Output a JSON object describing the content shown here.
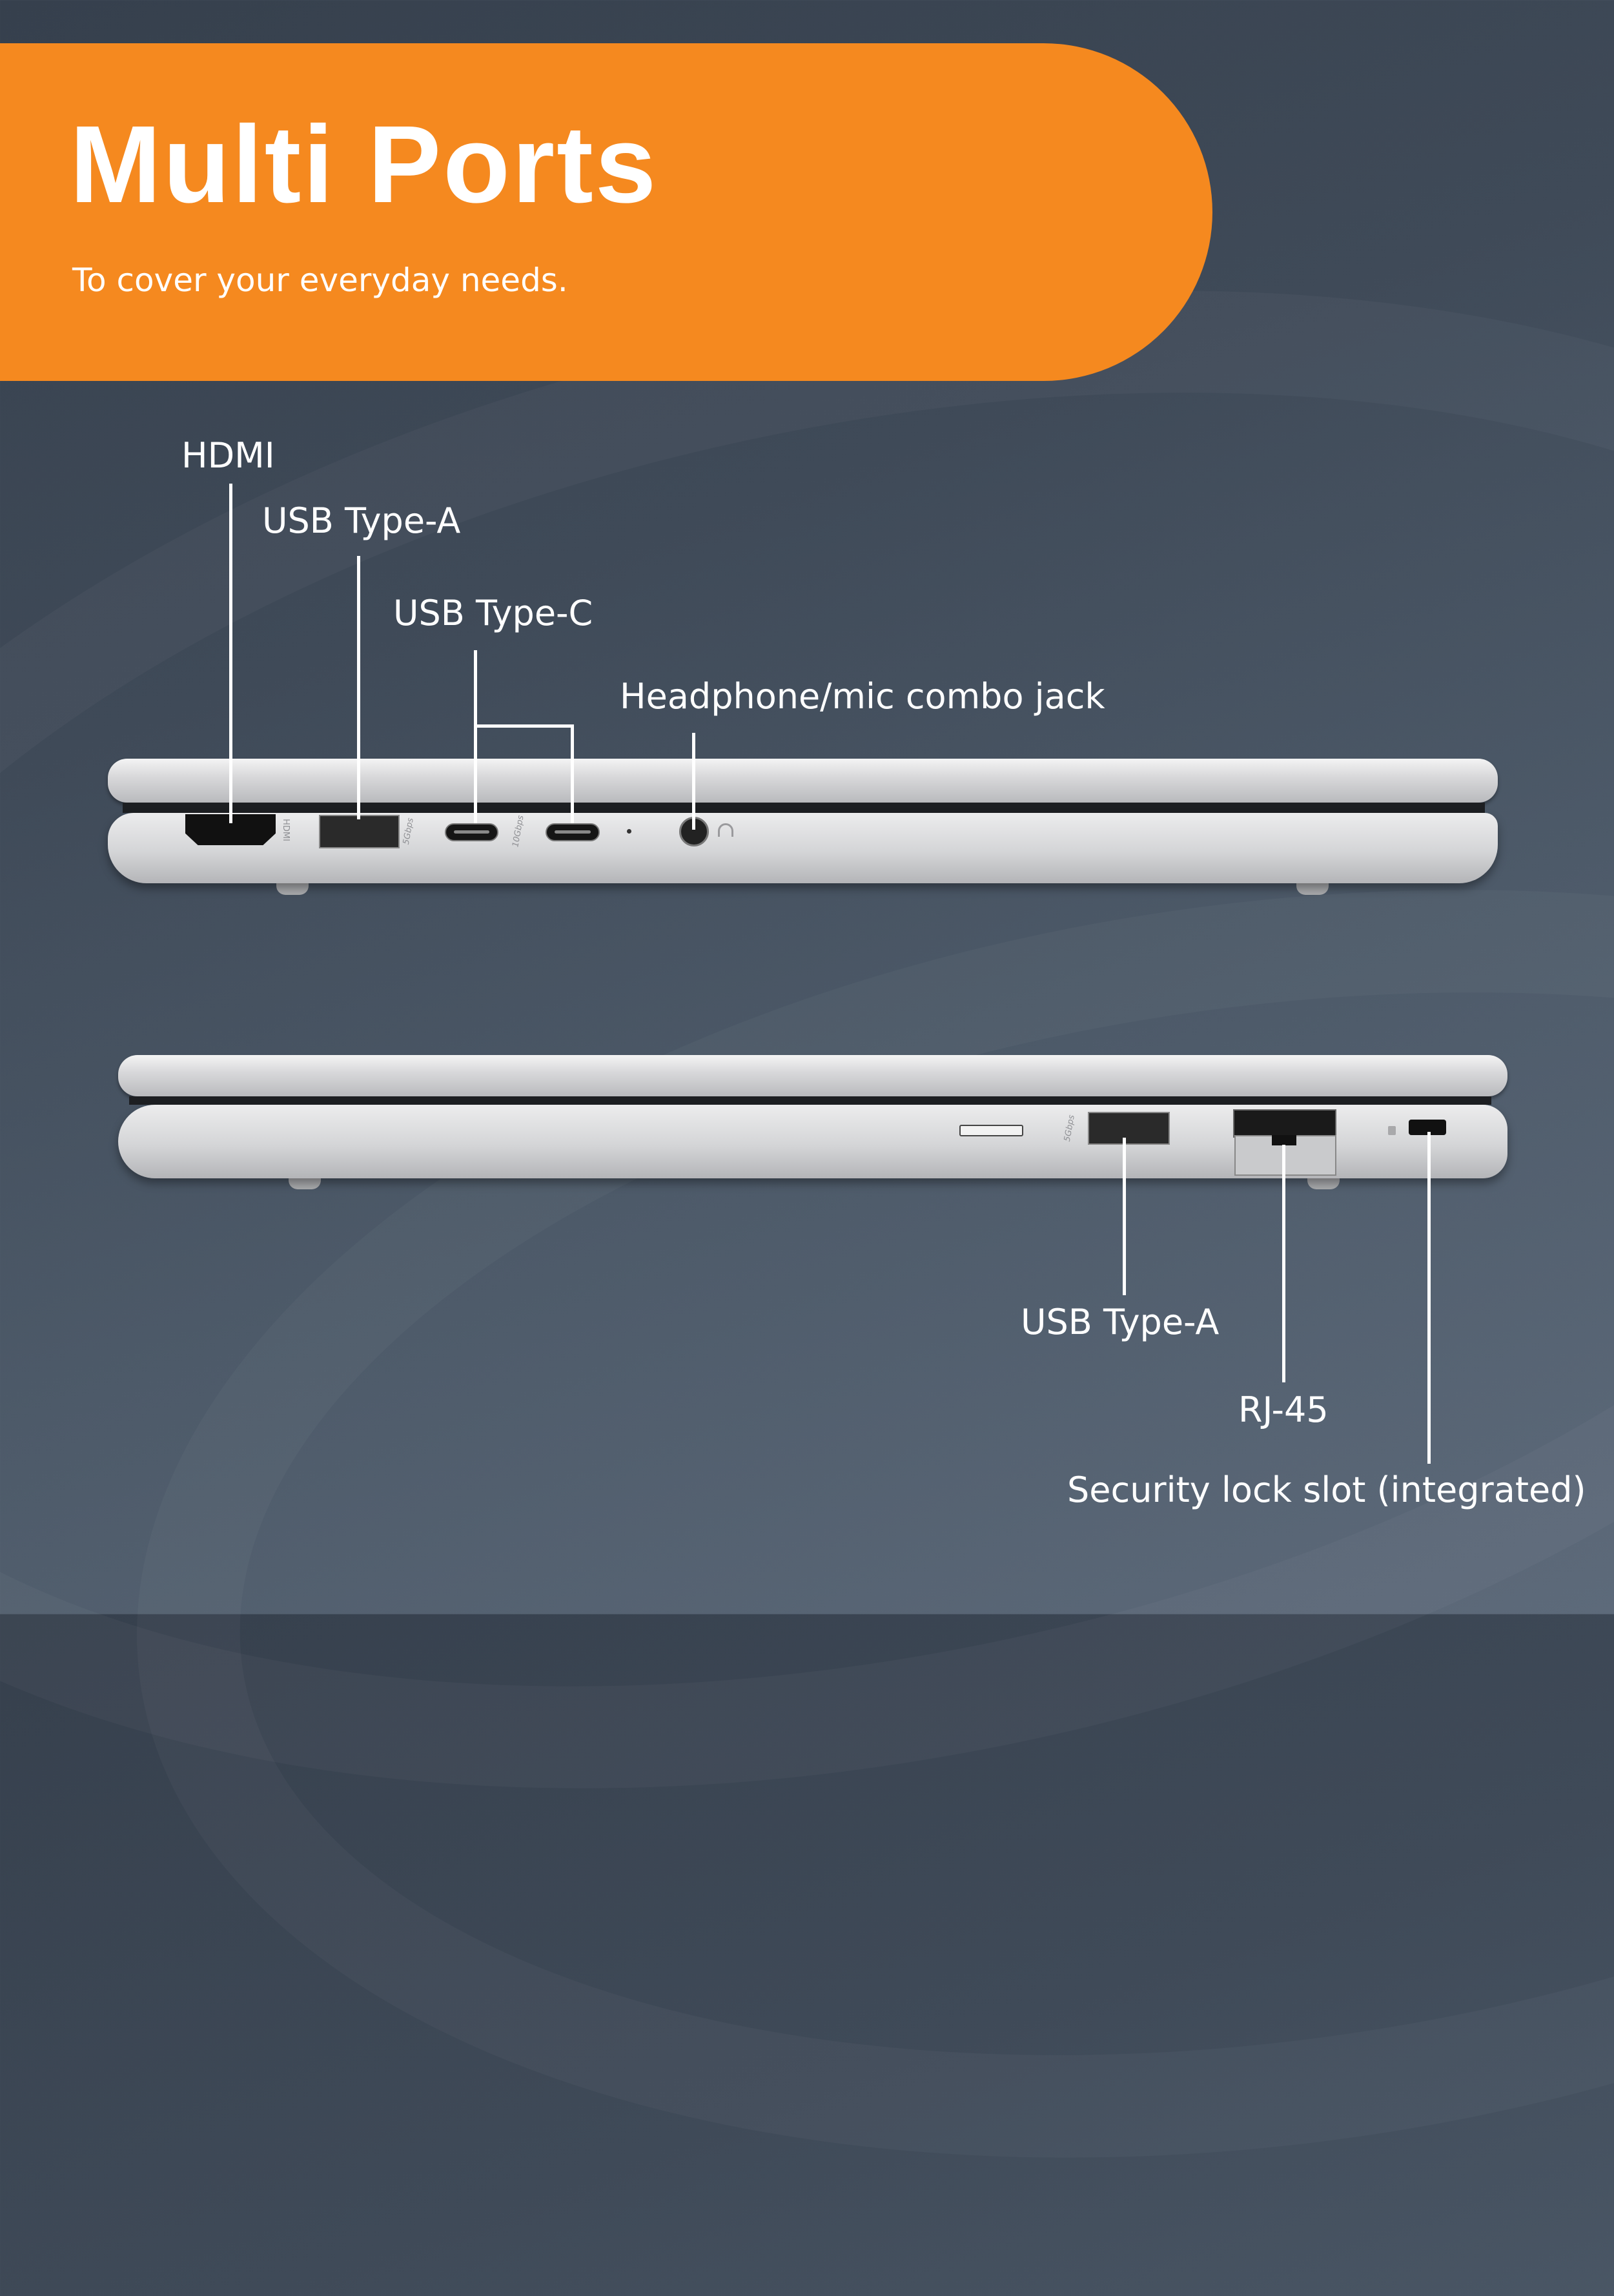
{
  "header": {
    "title": "Multi Ports",
    "subtitle": "To cover your everyday needs."
  },
  "left_side": {
    "labels": {
      "hdmi": "HDMI",
      "usb_a": "USB Type-A",
      "usb_c": "USB Type-C",
      "audio": "Headphone/mic combo jack"
    },
    "port_markings": {
      "hdmi": "HDMI",
      "usb_a_speed": "5Gbps",
      "usb_c_speed": "10Gbps"
    }
  },
  "right_side": {
    "labels": {
      "usb_a": "USB Type-A",
      "rj45": "RJ-45",
      "lock": "Security lock slot (integrated)"
    },
    "port_markings": {
      "usb_a_speed": "5Gbps"
    }
  },
  "colors": {
    "accent": "#f5891f",
    "background": "#434e5c",
    "text": "#ffffff"
  }
}
